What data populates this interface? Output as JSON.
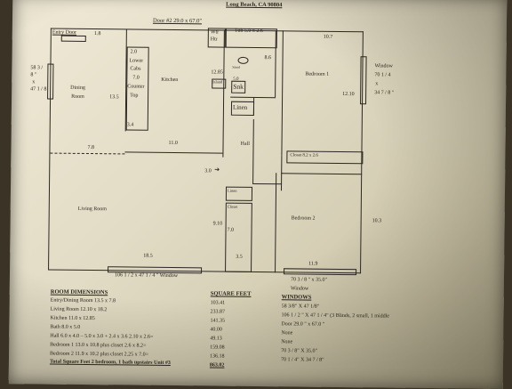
{
  "header": {
    "location": "Long Beach, CA 90804",
    "door": "Door #2  29.0 x 67.0\""
  },
  "plan": {
    "entry_door": "Entry Door",
    "entry_dim": "1.8",
    "left_window": [
      "58 3 /",
      "8 \"",
      "x",
      "47 1 / 8"
    ],
    "dining": [
      "Dining",
      "Room"
    ],
    "dining_dim": "13.5",
    "dining_dim2": "7.8",
    "lower_cabs": [
      "2.0",
      "Lower",
      "Cabs",
      "7.0",
      "Counter",
      "Top"
    ],
    "cab_dim": "3.4",
    "kitchen": "Kitchen",
    "kitchen_w": "11.0",
    "kitchen_h": "12.85",
    "island": "Island",
    "wtr": [
      "Wtr",
      "Htr"
    ],
    "tub": "Tub  5.0 x 2.6",
    "bath_dim": "8.6",
    "stool": "Stool",
    "snk_dim": "5.0",
    "snk": "Snk",
    "linen": "Linen",
    "hall": "Hall",
    "hall_dim": "3.0",
    "bedroom1": "Bedroom 1",
    "bed1_w": "10.7",
    "bed1_h": "12.10",
    "right_window": [
      "Window",
      "70 1 / 4",
      "x",
      "34 7 / 8 \""
    ],
    "closet1": "Closet  8.2 x 2.6",
    "living": "Living Room",
    "living_w": "18.5",
    "living_h": "9.10",
    "linen2": "Linen",
    "closet2": "Closet",
    "closet2_h": "7.0",
    "closet2_w": "3.5",
    "bedroom2": "Bedroom 2",
    "bed2_h": "10.3",
    "bed2_w": "11.9",
    "bottom_window": "106 1 / 2 x 47 1  / 4 \" Window",
    "bed2_window": "70 3 / 8 \" x 35.0\"",
    "bed2_window_label": "Window"
  },
  "tables": {
    "room_dims_title": "ROOM DIMENSIONS",
    "room_rows": [
      "Entry/Dining Room 13.5 x 7.8",
      "Living Room 12.10 x 18.2",
      "Kitchen  11.0 x 12.85",
      "Bath 8.0 x 5.0",
      "Hall 6.0 x 4.0 – 5.0 x 3.0 + 2.4 x 3.6    2.10 x 2.6=",
      "Bedroom 1        13.0 x 10.8 plus closet 2.6 x 8.2=",
      "Bedroom 2        11.9 x 10.2 plus closet  2.25 x 7.0="
    ],
    "total_label": "Total Square Feet 2 bedroom, 1 bath upstairs Unit #3",
    "sqft_title": "SQUARE FEET",
    "sqft_rows": [
      "103.41",
      "233.87",
      "141.35",
      "40.00",
      "49.13",
      "159.08",
      "136.18"
    ],
    "sqft_total": "863.02",
    "windows_title": "WINDOWS",
    "window_rows": [
      "58 3/8\" X 47 1/8\"",
      "106 1 / 2 \" X 47 1 / 4\"  (3 Blinds, 2 small, 1 middle",
      "Door 29.0 \" x 67.0 \"",
      "None",
      "None",
      "70 3 / 8\" X 35.0\"",
      "70 1 / 4\" X 34 7 / 8\""
    ]
  }
}
